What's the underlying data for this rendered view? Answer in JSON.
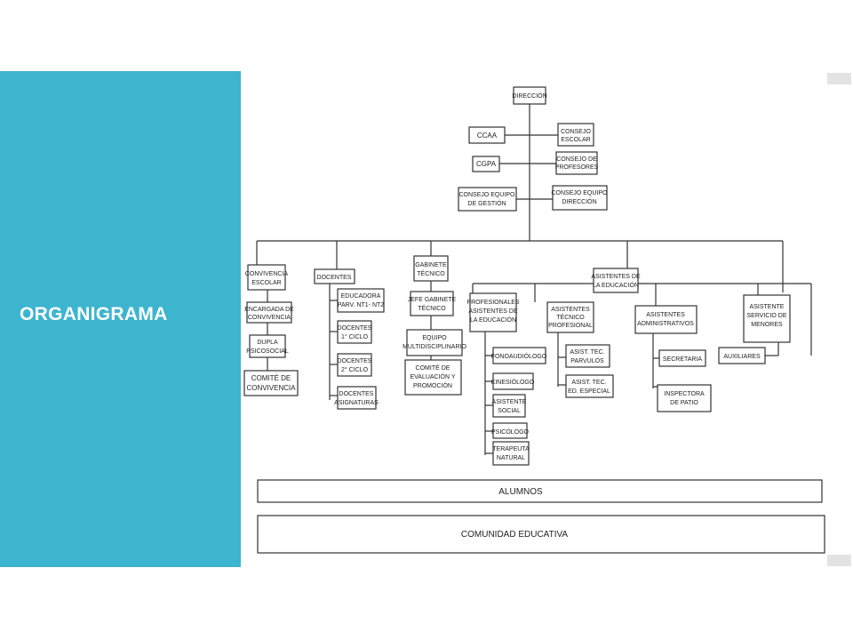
{
  "slide": {
    "title": "ORGANIGRAMA",
    "panel_color": "#3db5cf"
  },
  "org": {
    "direccion": "DIRECCIÓN",
    "ccaa": "CCAA",
    "consejo_escolar": [
      "CONSEJO",
      "ESCOLAR"
    ],
    "cgpa": "CGPA",
    "consejo_profesores": [
      "CONSEJO DE",
      "PROFESORES"
    ],
    "consejo_equipo_gestion": [
      "CONSEJO EQUIPO",
      "DE GESTIÓN"
    ],
    "consejo_equipo_direccion": [
      "CONSEJO EQUIPO",
      "DIRECCIÓN"
    ],
    "convivencia_escolar": [
      "CONVIVENCIA",
      "ESCOLAR"
    ],
    "encargada_convivencia": [
      "ENCARGADA DE",
      "CONVIVENCIA"
    ],
    "dupla_psicosocial": [
      "DUPLA",
      "PSICOSOCIAL"
    ],
    "comite_convivencia": [
      "COMITÉ DE",
      "CONVIVENCIA"
    ],
    "docentes": "DOCENTES",
    "educadora_parv": [
      "EDUCADORA",
      "PARV. NT1- NT2"
    ],
    "docentes_1_ciclo": [
      "DOCENTES",
      "1° CICLO"
    ],
    "docentes_2_ciclo": [
      "DOCENTES",
      "2° CICLO"
    ],
    "docentes_asignaturas": [
      "DOCENTES",
      "ASIGNATURAS"
    ],
    "gabinete_tecnico": [
      "GABINETE",
      "TÉCNICO"
    ],
    "jefe_gabinete": [
      "JEFE GABINETE",
      "TÉCNICO"
    ],
    "equipo_multi": [
      "EQUIPO",
      "MULTIDISCIPLINARIO"
    ],
    "comite_evaluacion": [
      "COMITÉ DE",
      "EVALUACIÓN Y",
      "PROMOCIÓN"
    ],
    "asistentes_educacion": [
      "ASISTENTES DE",
      "LA EDUCACIÓN"
    ],
    "profesionales_asistentes": [
      "PROFESIONALES",
      "ASISTENTES DE",
      "LA EDUCACIÓN"
    ],
    "fonoaudiologo": "FONOAUDIÓLOGO",
    "kinesiologo": "KINESIÓLOGO",
    "asistente_social": [
      "ASISTENTE",
      "SOCIAL"
    ],
    "psicologo": "PSICÓLOGO",
    "terapeuta_natural": [
      "TERAPEUTA",
      "NATURAL"
    ],
    "asistentes_tecnico": [
      "ASISTENTES",
      "TÉCNICO",
      "PROFESIONAL"
    ],
    "asist_parvulos": [
      "ASIST. TEC.",
      "PARVULOS"
    ],
    "asist_especial": [
      "ASIST. TEC.",
      "ED. ESPECIAL"
    ],
    "asistentes_admin": [
      "ASISTENTES",
      "ADMINISTRATIVOS"
    ],
    "secretaria": "SECRETARIA",
    "inspectora_patio": [
      "INSPECTORA",
      "DE PATIO"
    ],
    "asistente_menores": [
      "ASISTENTE",
      "SERVICIO DE",
      "MENORES"
    ],
    "auxiliares": "AUXILIARES",
    "alumnos": "ALUMNOS",
    "comunidad_educativa": "COMUNIDAD EDUCATIVA"
  }
}
